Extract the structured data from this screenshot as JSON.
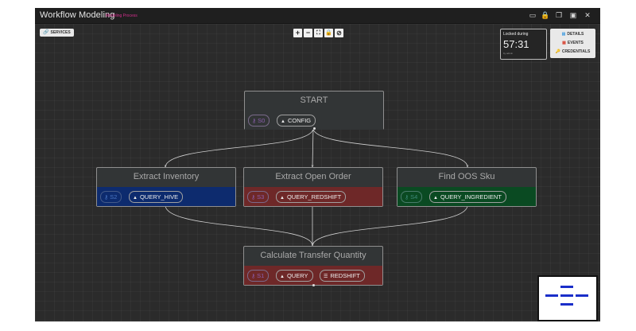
{
  "window": {
    "title": "Workflow Modeling",
    "subtitle": "Modeling Process",
    "icons": [
      "monitor-icon",
      "lock-icon",
      "copy-icon",
      "maximize-icon",
      "close-icon"
    ]
  },
  "toolbar": {
    "services_label": "SERVICES",
    "tools": [
      {
        "name": "zoom-in-button",
        "glyph": "+"
      },
      {
        "name": "zoom-out-button",
        "glyph": "−"
      },
      {
        "name": "fit-view-button",
        "glyph": "⛶"
      },
      {
        "name": "lock-canvas-button",
        "glyph": "🔒"
      },
      {
        "name": "toggle-view-button",
        "glyph": "⊘"
      }
    ]
  },
  "lock": {
    "label": "Locked during",
    "time": "57:31",
    "sub": "by admin"
  },
  "side_buttons": {
    "details": "DETAILS",
    "events": "EVENTS",
    "credentials": "CREDENTIALS"
  },
  "nodes": {
    "start": {
      "name": "START",
      "sid": "S0",
      "chip1": "CONFIG"
    },
    "extract_inventory": {
      "name": "Extract Inventory",
      "sid": "S2",
      "chip1": "QUERY_HIVE"
    },
    "extract_open_order": {
      "name": "Extract Open Order",
      "sid": "S3",
      "chip1": "QUERY_REDSHIFT"
    },
    "find_oos_sku": {
      "name": "Find OOS Sku",
      "sid": "S4",
      "chip1": "QUERY_INGREDIENT"
    },
    "calculate_transfer": {
      "name": "Calculate Transfer Quantity",
      "sid": "S1",
      "chip1": "QUERY",
      "chip2": "REDSHIFT"
    }
  },
  "colors": {
    "background": "#2b2b2b",
    "blue_band": "#0d2b6e",
    "red_band": "#6e2828",
    "green_band": "#0a4a22",
    "accent_pink": "#d52f8d",
    "minimap_blue": "#1a2ec9"
  }
}
